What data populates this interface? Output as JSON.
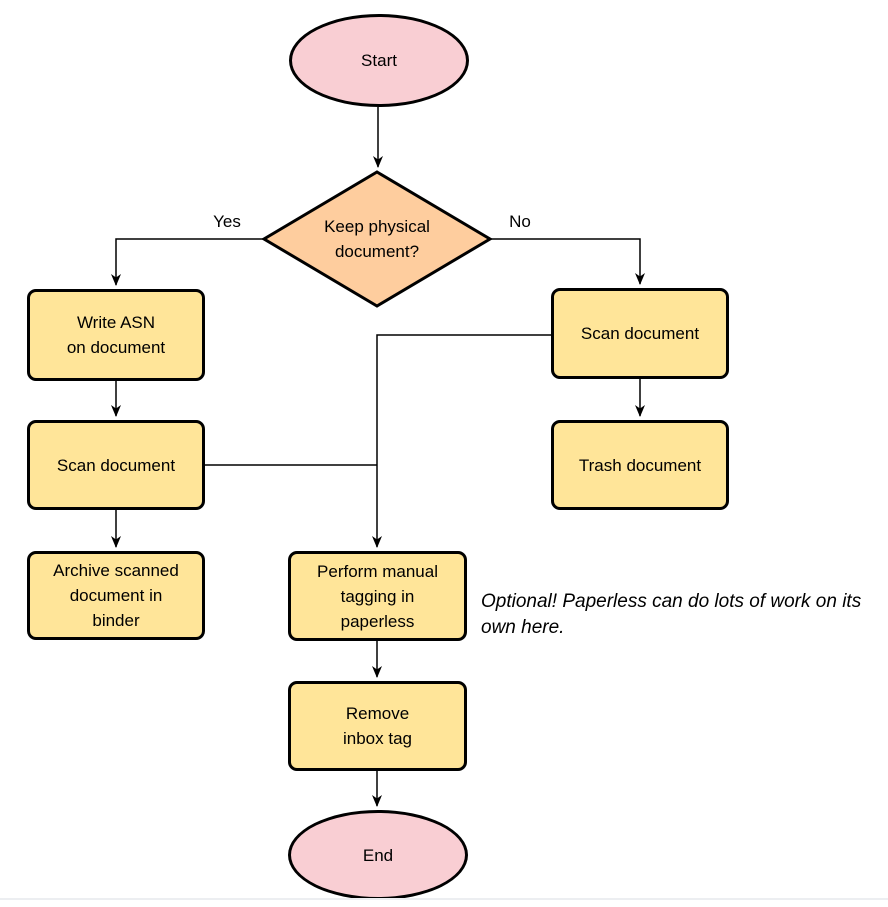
{
  "diagram": {
    "nodes": {
      "start": {
        "label": "Start",
        "shape": "terminator"
      },
      "decision": {
        "label": "Keep physical\ndocument?",
        "shape": "decision"
      },
      "write_asn": {
        "label": "Write ASN\non document",
        "shape": "process"
      },
      "scan_left": {
        "label": "Scan document",
        "shape": "process"
      },
      "archive": {
        "label": "Archive scanned\ndocument in\nbinder",
        "shape": "process"
      },
      "scan_right": {
        "label": "Scan document",
        "shape": "process"
      },
      "trash": {
        "label": "Trash document",
        "shape": "process"
      },
      "tagging": {
        "label": "Perform manual\ntagging in\npaperless",
        "shape": "process"
      },
      "remove_inbox": {
        "label": "Remove\ninbox tag",
        "shape": "process"
      },
      "end": {
        "label": "End",
        "shape": "terminator"
      }
    },
    "edge_labels": {
      "yes": "Yes",
      "no": "No"
    },
    "note": "Optional! Paperless can do lots of work on its own here."
  },
  "colors": {
    "terminal": "#F9CED3",
    "decision": "#FECD9E",
    "process": "#FFE599",
    "stroke": "#000000",
    "note-color": "#000000",
    "hairline": "#ECEEF1"
  }
}
